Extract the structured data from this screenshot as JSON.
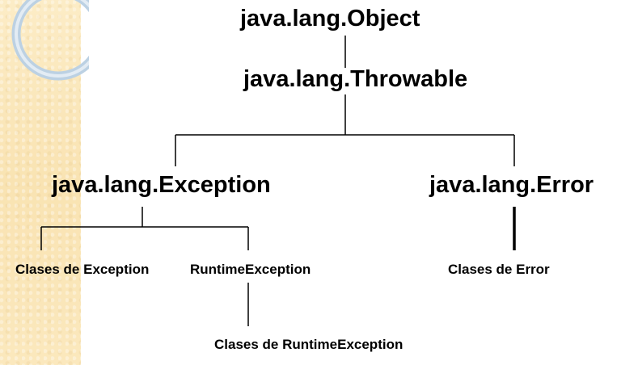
{
  "nodes": {
    "object": "java.lang.Object",
    "throwable": "java.lang.Throwable",
    "exception": "java.lang.Exception",
    "error": "java.lang.Error",
    "clases_exception": "Clases de Exception",
    "runtime_exception": "RuntimeException",
    "clases_error": "Clases de Error",
    "clases_runtime": "Clases de RuntimeException"
  },
  "colors": {
    "side_strip": "#fbe9bf",
    "ring": "#c3d6e6",
    "lines": "#000000"
  }
}
